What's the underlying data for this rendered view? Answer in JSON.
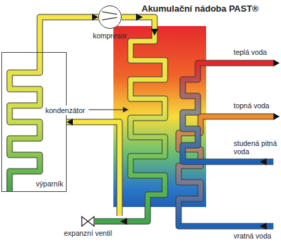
{
  "diagram": {
    "title": "Akumulační nádoba PAST®",
    "nodes": [
      {
        "text": [
          "kompresor"
        ]
      },
      {
        "text": [
          "výparník"
        ]
      },
      {
        "text": [
          "expanzní ventil"
        ]
      }
    ],
    "edges": [
      {
        "from": 1,
        "to": 0,
        "arrow": "to"
      },
      {
        "from": 2,
        "to": 1,
        "arrow": "to"
      }
    ],
    "labels": [
      "kondenzátor",
      "teplá voda",
      "topná voda",
      "studená pitná voda",
      "vratná voda"
    ]
  }
}
